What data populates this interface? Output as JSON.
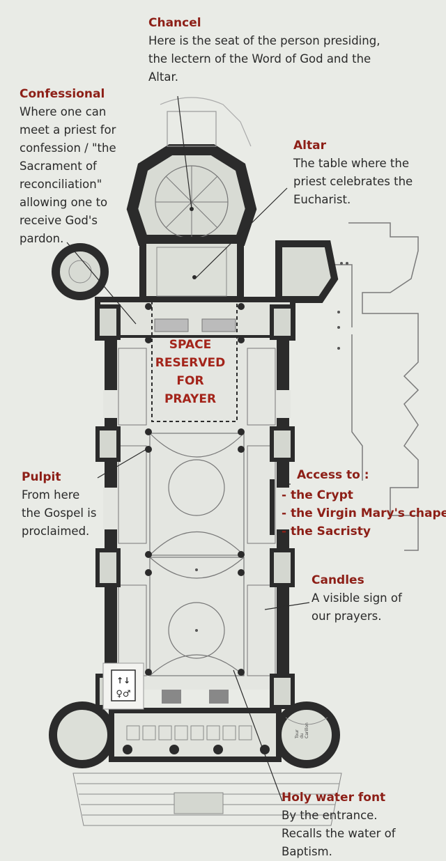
{
  "annotations": {
    "chancel": {
      "title": "Chancel",
      "desc": "Here is the seat of the person presiding,\nthe lectern of the Word of God and the\nAltar."
    },
    "confessional": {
      "title": "Confessional",
      "desc": "Where one can\nmeet a priest for\nconfession / \"the\nSacrament of\nreconciliation\"\nallowing one to\nreceive God's\npardon."
    },
    "altar": {
      "title": "Altar",
      "desc": "The table where the\npriest celebrates the\nEucharist."
    },
    "pulpit": {
      "title": "Pulpit",
      "desc": "From here\nthe Gospel is\nproclaimed."
    },
    "candles": {
      "title": "Candles",
      "desc": "A visible sign of\nour prayers."
    },
    "holy_water": {
      "title": "Holy water font",
      "desc": "By the entrance.\nRecalls the water of\nBaptism."
    }
  },
  "center_label": "SPACE\nRESERVED\nFOR\nPRAYER",
  "access": {
    "heading": "Access to :",
    "items": [
      "- the Crypt",
      "- the Virgin Mary's chapel",
      "- the Sacristy"
    ]
  },
  "tower_label": "Tour\ndu\nCarillon",
  "colors": {
    "wall": "#2b2b2b",
    "title": "#8d1f17",
    "plan_line": "#6a6a6a",
    "paper": "#e9ebe6"
  }
}
